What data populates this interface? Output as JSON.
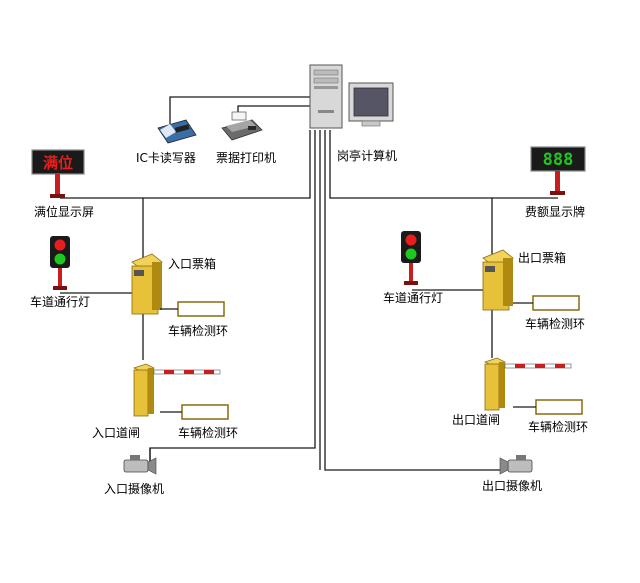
{
  "labels": {
    "ic_reader": "IC卡读写器",
    "ticket_printer": "票据打印机",
    "booth_computer": "岗亭计算机",
    "full_display": "满位显示屏",
    "fee_display": "费额显示牌",
    "entry_light": "车道通行灯",
    "exit_light": "车道通行灯",
    "entry_ticket_box": "入口票箱",
    "exit_ticket_box": "出口票箱",
    "entry_loop_1": "车辆检测环",
    "entry_loop_2": "车辆检测环",
    "exit_loop_1": "车辆检测环",
    "exit_loop_2": "车辆检测环",
    "entry_gate": "入口道闸",
    "exit_gate": "出口道闸",
    "entry_camera": "入口摄像机",
    "exit_camera": "出口摄像机"
  },
  "screens": {
    "full_text": "满位",
    "fee_text": "888"
  },
  "colors": {
    "wire": "#1a1a1a",
    "box_yellow": "#e8c13a",
    "box_shadow": "#b08a10",
    "led_red": "#e81e1e",
    "led_green": "#1ec81e",
    "display_bg": "#1a1a1a",
    "pole_red": "#c81e1e"
  }
}
